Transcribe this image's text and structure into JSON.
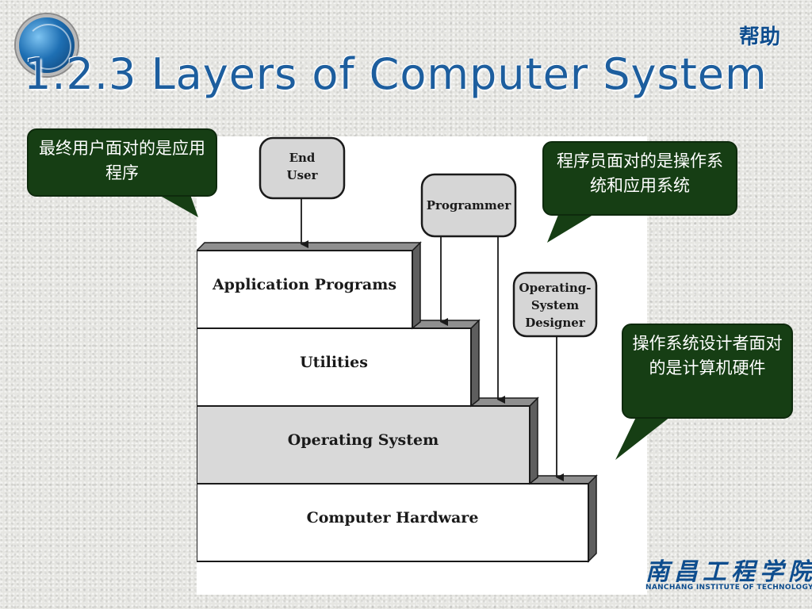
{
  "header": {
    "title": "1.2.3 Layers of Computer System",
    "help_link": "帮助",
    "logo_icon": "university-emblem-icon"
  },
  "diagram": {
    "layers": [
      "Application Programs",
      "Utilities",
      "Operating System",
      "Computer Hardware"
    ],
    "roles": {
      "end_user": "End\nUser",
      "programmer": "Programmer",
      "os_designer": "Operating-\nSystem\nDesigner"
    }
  },
  "callouts": {
    "end_user": "最终用户面对的是应用程序",
    "programmer": "程序员面对的是操作系统和应用系统",
    "os_designer": "操作系统设计者面对的是计算机硬件"
  },
  "footer": {
    "school_name_cn": "南昌工程学院",
    "school_name_en": "NANCHANG INSTITUTE OF TECHNOLOGY"
  },
  "colors": {
    "title": "#1d5e9e",
    "callout_bg": "#163e14",
    "layer_shaded": "#d9d9d9",
    "role_box": "#d6d6d6"
  }
}
